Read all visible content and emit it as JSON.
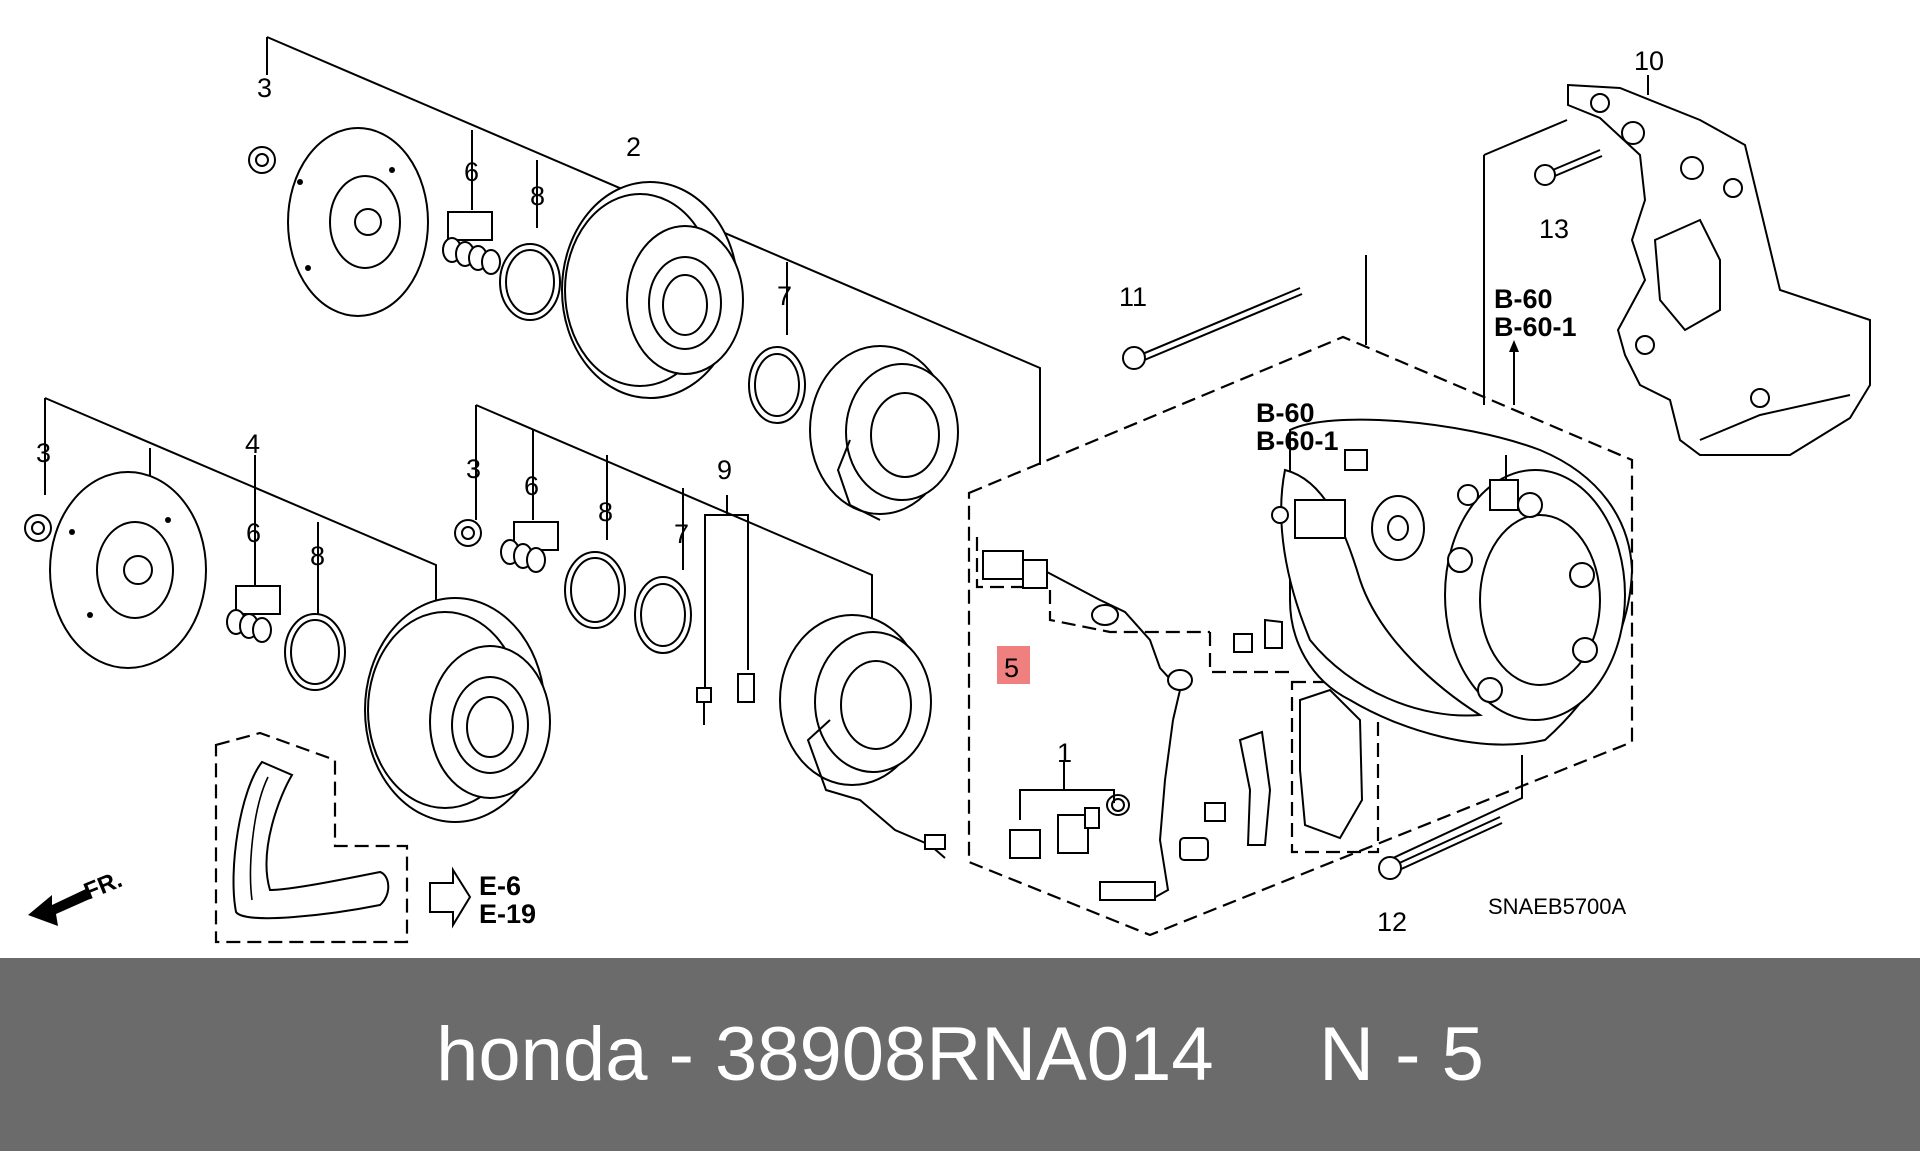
{
  "callouts": {
    "c1": "1",
    "c2": "2",
    "c3a": "3",
    "c3b": "3",
    "c3c": "3",
    "c4": "4",
    "c5": "5",
    "c6a": "6",
    "c6b": "6",
    "c6c": "6",
    "c7a": "7",
    "c7b": "7",
    "c8a": "8",
    "c8b": "8",
    "c8c": "8",
    "c9": "9",
    "c10": "10",
    "c11": "11",
    "c12": "12",
    "c13": "13"
  },
  "references": {
    "b60_top": "B-60",
    "b601_top": "B-60-1",
    "b60_mid": "B-60",
    "b601_mid": "B-60-1",
    "e6": "E-6",
    "e19": "E-19",
    "front": "FR."
  },
  "diagram_code": "SNAEB5700A",
  "highlight_color": "#f08080",
  "caption": "honda - 38908RNA014     N - 5"
}
